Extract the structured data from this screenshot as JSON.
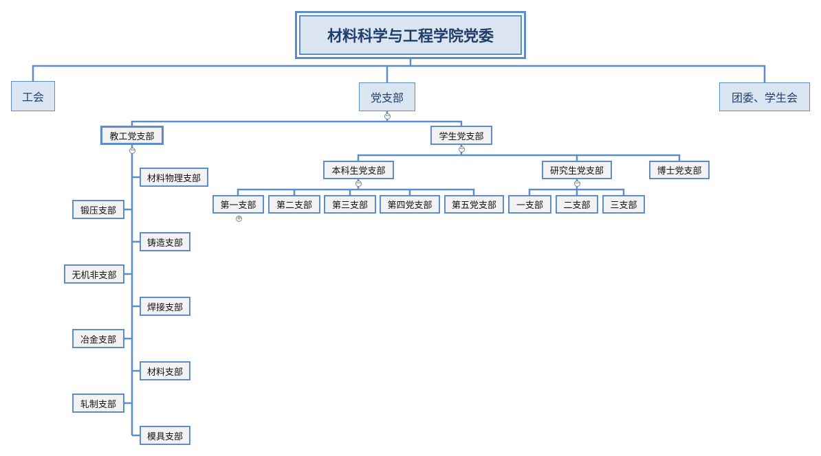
{
  "colors": {
    "line": "#5b8ccc",
    "root_fill": "#dbe5f1",
    "node_fill": "#f2f2f2",
    "text": "#1f3e6a"
  },
  "icons": {
    "collapse": "minus-circle-icon",
    "expand": "plus-circle-icon",
    "collapse_glyph": "−",
    "expand_glyph": "+"
  },
  "root": {
    "label": "材料科学与工程学院党委"
  },
  "level1": {
    "union": "工会",
    "party_branch": "党支部",
    "youth_league": "团委、学生会"
  },
  "faculty": {
    "label": "教工党支部",
    "right_branches": [
      "材料物理支部",
      "铸造支部",
      "焊接支部",
      "材料支部",
      "模具支部"
    ],
    "left_branches": [
      "锻压支部",
      "无机非支部",
      "冶金支部",
      "轧制支部"
    ]
  },
  "student": {
    "label": "学生党支部",
    "undergrad": {
      "label": "本科生党支部",
      "children": [
        "第一支部",
        "第二支部",
        "第三支部",
        "第四党支部",
        "第五党支部"
      ]
    },
    "graduate": {
      "label": "研究生党支部",
      "children": [
        "一支部",
        "二支部",
        "三支部"
      ]
    },
    "doctoral": {
      "label": "博士党支部"
    }
  }
}
